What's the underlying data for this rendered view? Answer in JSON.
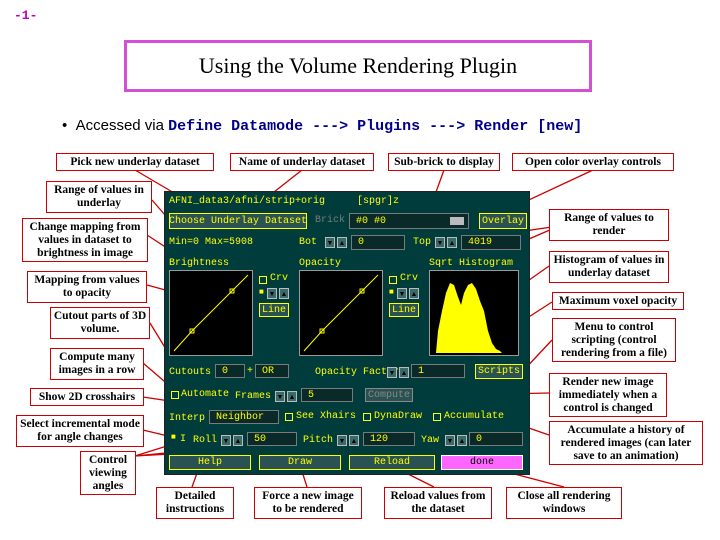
{
  "page_number": "-1-",
  "title": "Using the Volume Rendering Plugin",
  "bullet": {
    "lead": "Accessed via ",
    "code": "Define Datamode ---> Plugins ---> Render [new]"
  },
  "annotations": {
    "pick_underlay": "Pick new underlay dataset",
    "name_underlay": "Name of underlay dataset",
    "sub_brick": "Sub-brick to display",
    "open_color": "Open color overlay controls",
    "range_underlay": "Range of values in underlay",
    "change_mapping": "Change mapping from values in dataset to brightness in image",
    "mapping_opacity": "Mapping from values to opacity",
    "cutout": "Cutout parts of 3D volume.",
    "compute_many": "Compute many images in a row",
    "show_2d": "Show 2D crosshairs",
    "select_incr": "Select incremental mode for angle changes",
    "control_view": "Control viewing angles",
    "range_render": "Range of values to render",
    "histogram": "Histogram of values in underlay dataset",
    "max_voxel": "Maximum voxel opacity",
    "menu_script": "Menu to control scripting (control rendering from a file)",
    "render_new": "Render new image immediately when a control is changed",
    "accumulate": "Accumulate a history of rendered images (can later save to an animation)",
    "detailed": "Detailed instructions",
    "force_new": "Force a new image to be rendered",
    "reload": "Reload values from the dataset",
    "close_all": "Close all rendering windows"
  },
  "panel": {
    "dataset_name": "AFNI_data3/afni/strip+orig",
    "brick_tag": "[spgr]z",
    "choose_underlay": "Choose Underlay Dataset",
    "brick_label": "Brick",
    "brick_value": "#0 #0",
    "overlay_btn": "Overlay",
    "range_text": "Min=0 Max=5908",
    "bot_label": "Bot",
    "bot_value": "0",
    "top_label": "Top",
    "top_value": "4019",
    "brightness_label": "Brightness",
    "opacity_label": "Opacity",
    "histogram_label": "Sqrt Histogram",
    "crv_label": "Crv",
    "line_label": "Line",
    "cutouts_label": "Cutouts",
    "cutouts_value": "0",
    "or_value": "OR",
    "opacity_factor_label": "Opacity Factor",
    "opacity_factor_value": "1",
    "scripts_btn": "Scripts",
    "automate_label": "Automate",
    "frames_label": "Frames",
    "frames_value": "5",
    "compute_btn": "Compute",
    "interp_label": "Interp",
    "interp_value": "Neighbor",
    "see_xhairs": "See Xhairs",
    "dynadraw": "DynaDraw",
    "accumulate_label": "Accumulate",
    "incr_label": "I",
    "roll_label": "Roll",
    "roll_value": "50",
    "pitch_label": "Pitch",
    "pitch_value": "120",
    "yaw_label": "Yaw",
    "yaw_value": "0",
    "help_btn": "Help",
    "draw_btn": "Draw",
    "reload_btn": "Reload",
    "done_btn": "done"
  },
  "colors": {
    "panel_bg": "#003c3c",
    "panel_text": "#ffff00",
    "annotation_border": "#cc0000",
    "title_border": "#d34fd3",
    "done_btn": "#ff66ff"
  }
}
